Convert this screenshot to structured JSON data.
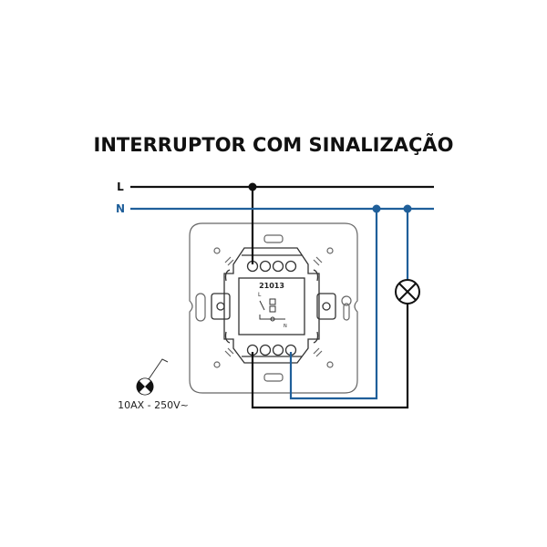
{
  "title": "INTERRUPTOR COM SINALIZAÇÃO",
  "lines": {
    "live_label": "L",
    "neutral_label": "N"
  },
  "module": {
    "code": "21013",
    "terminal_l": "L",
    "terminal_n": "N"
  },
  "rating": "10AX - 250V~",
  "colors": {
    "live": "#111111",
    "neutral": "#1f5f9a",
    "outline": "#555555"
  }
}
